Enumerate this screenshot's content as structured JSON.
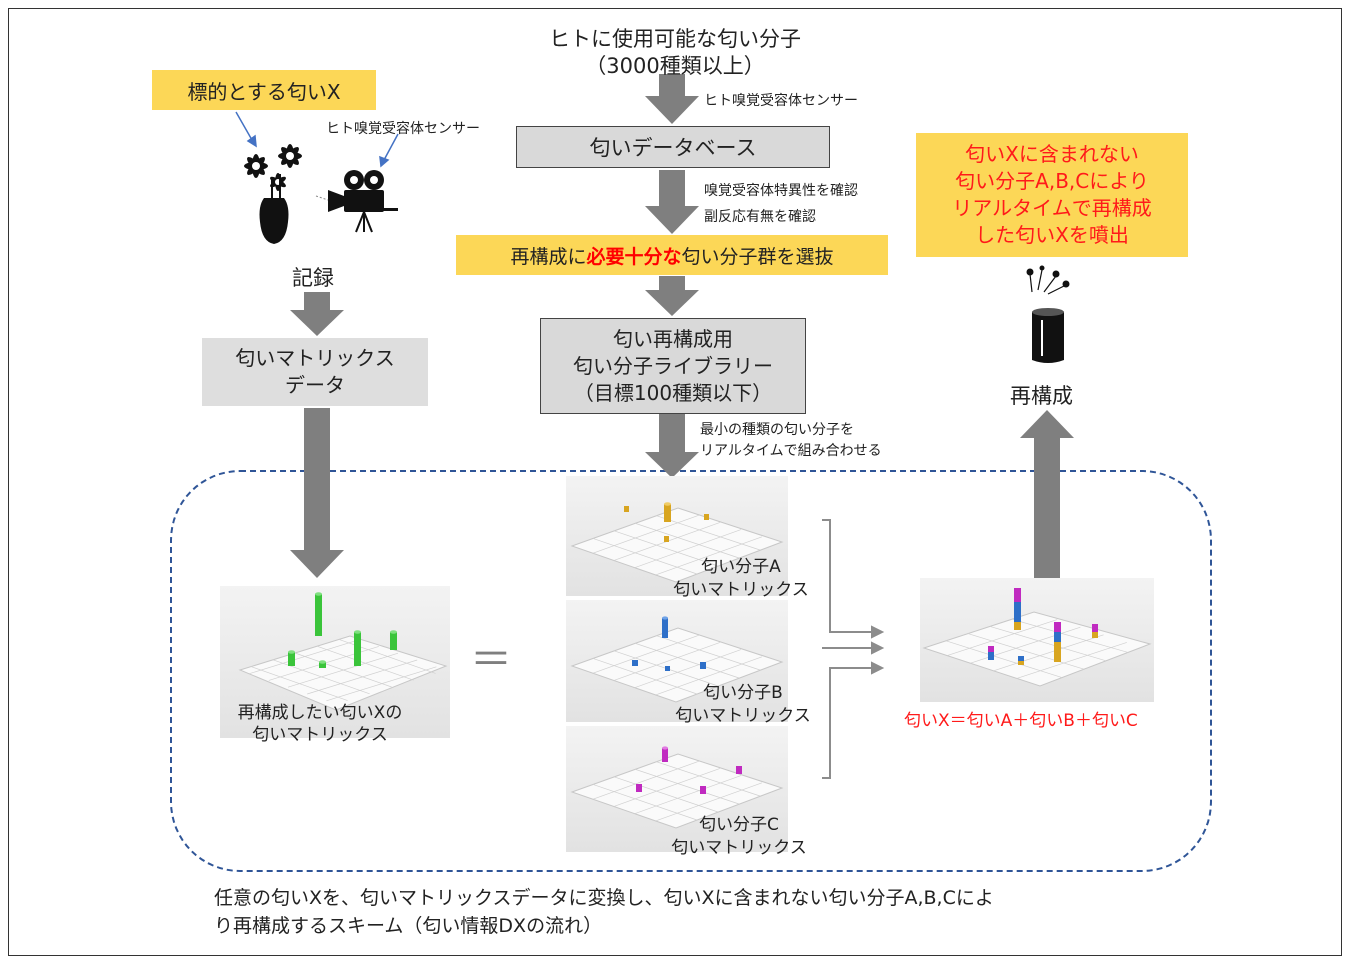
{
  "top_title": [
    "ヒトに使用可能な匂い分子",
    "（3000種類以上）"
  ],
  "label_sensor_top": "ヒト嗅覚受容体センサー",
  "database": "匂いデータベース",
  "check_receptor": "嗅覚受容体特異性を確認",
  "check_side_effect": "副反応有無を確認",
  "select_prefix": "再構成に",
  "select_emphasis": "必要十分な",
  "select_suffix": "匂い分子群を選抜",
  "library": [
    "匂い再構成用",
    "匂い分子ライブラリー",
    "（目標100種類以下）"
  ],
  "combine_note": [
    "最小の種類の匂い分子を",
    "リアルタイムで組み合わせる"
  ],
  "target_label": "標的とする匂いX",
  "label_sensor_left": "ヒト嗅覚受容体センサー",
  "record": "記録",
  "matrix_data": [
    "匂いマトリックス",
    "データ"
  ],
  "emit_box": [
    "匂いXに含まれない",
    "匂い分子A,B,Cにより",
    "リアルタイムで再構成",
    "した匂いXを噴出"
  ],
  "reconstruct": "再構成",
  "matrix_x_caption": [
    "再構成したい匂いXの",
    "匂いマトリックス"
  ],
  "equals": "＝",
  "matrix_a_caption": [
    "匂い分子A",
    "匂いマトリックス"
  ],
  "matrix_b_caption": [
    "匂い分子B",
    "匂いマトリックス"
  ],
  "matrix_c_caption": [
    "匂い分子C",
    "匂いマトリックス"
  ],
  "formula": "匂いX＝匂いA＋匂いB＋匂いC",
  "caption": [
    "任意の匂いXを、匂いマトリックスデータに変換し、匂いXに含まれない匂い分子A,B,Cによ",
    "り再構成するスキーム（匂い情報DXの流れ）"
  ],
  "colors": {
    "arrow": "#7f7f7f",
    "yellow": "#fcd757",
    "red": "#ff1a1a",
    "dashed_border": "#2f5597",
    "green": "#3ac43a",
    "orange": "#d8a520",
    "blue": "#2e6fc8",
    "magenta": "#c02ac0"
  },
  "icons": [
    "flower-vase-icon",
    "video-camera-icon",
    "spray-bottle-icon"
  ]
}
